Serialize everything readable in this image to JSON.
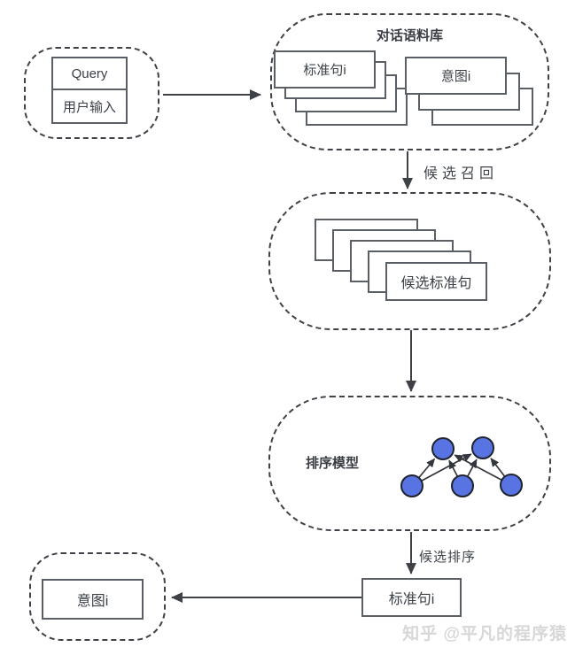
{
  "diagram": {
    "input_group": {
      "query_label": "Query",
      "user_input_label": "用户输入"
    },
    "corpus_group": {
      "title": "对话语料库",
      "standard_sentence_card": "标准句i",
      "intent_card": "意图i"
    },
    "recall_arrow_label": "候选召回",
    "candidates_group": {
      "candidate_card": "候选标准句"
    },
    "ranking_group": {
      "title": "排序模型"
    },
    "rank_arrow_label": "候选排序",
    "result_card": "标准句i",
    "intent_group": {
      "intent_card": "意图i"
    },
    "watermark": "知乎 @平凡的程序猿"
  },
  "colors": {
    "line": "#3e4247",
    "box_border": "#5a5f66",
    "text": "#3b4046",
    "node_blue": "#5873e2",
    "node_stroke": "#20242e",
    "watermark": "#d7d7d7"
  }
}
